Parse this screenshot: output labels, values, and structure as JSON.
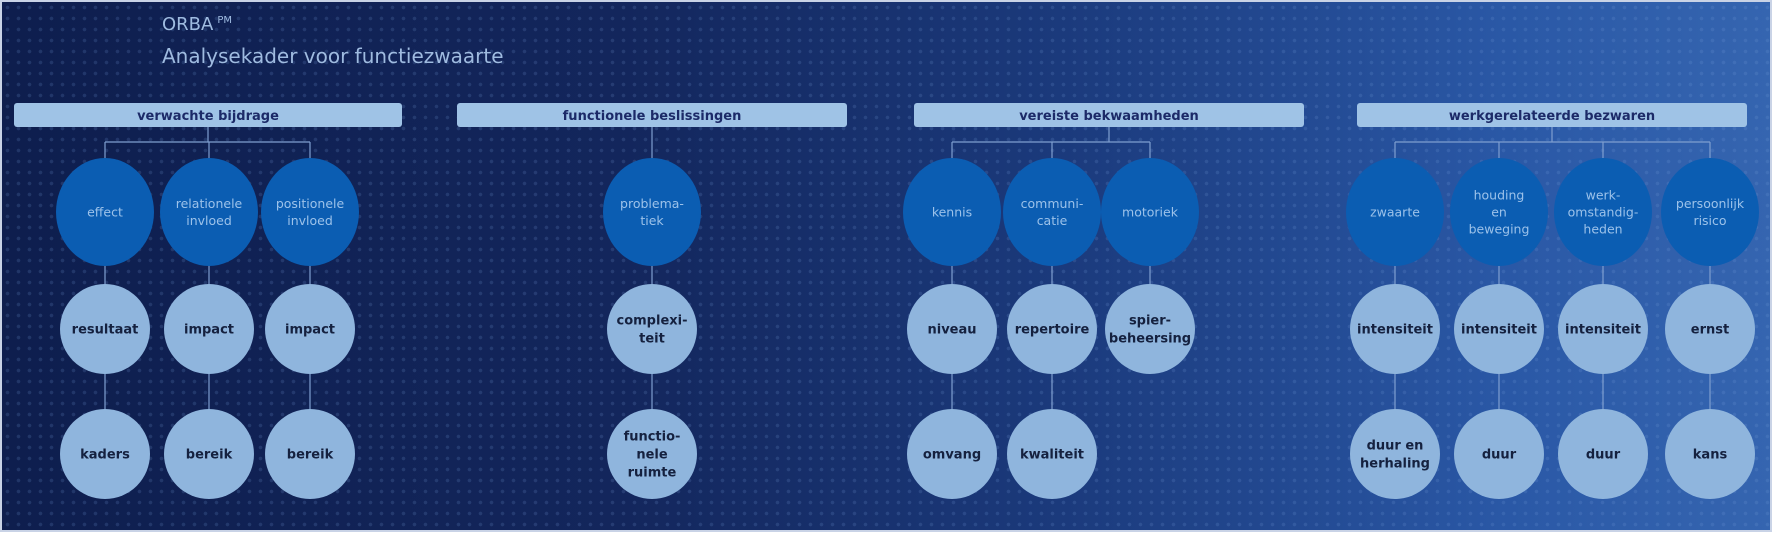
{
  "title": {
    "brand": "ORBA",
    "brand_sup": "PM",
    "subtitle": "Analysekader voor functiezwaarte"
  },
  "colors": {
    "header_bar": "#9fc3e6",
    "dark_circle": "#0b5db2",
    "light_circle": "#8fb5dd",
    "line": "#7f9fd0"
  },
  "groups": [
    {
      "label": "verwachte bijdrage",
      "columns": [
        {
          "top": [
            "effect"
          ],
          "levels": [
            [
              "resultaat"
            ],
            [
              "kaders"
            ]
          ]
        },
        {
          "top": [
            "relationele",
            "invloed"
          ],
          "levels": [
            [
              "impact"
            ],
            [
              "bereik"
            ]
          ]
        },
        {
          "top": [
            "positionele",
            "invloed"
          ],
          "levels": [
            [
              "impact"
            ],
            [
              "bereik"
            ]
          ]
        }
      ]
    },
    {
      "label": "functionele beslissingen",
      "columns": [
        {
          "top": [
            "problema-",
            "tiek"
          ],
          "levels": [
            [
              "complexi-",
              "teit"
            ],
            [
              "functio-",
              "nele",
              "ruimte"
            ]
          ]
        }
      ]
    },
    {
      "label": "vereiste bekwaamheden",
      "columns": [
        {
          "top": [
            "kennis"
          ],
          "levels": [
            [
              "niveau"
            ],
            [
              "omvang"
            ]
          ]
        },
        {
          "top": [
            "communi-",
            "catie"
          ],
          "levels": [
            [
              "repertoire"
            ],
            [
              "kwaliteit"
            ]
          ]
        },
        {
          "top": [
            "motoriek"
          ],
          "levels": [
            [
              "spier-",
              "beheersing"
            ]
          ]
        }
      ]
    },
    {
      "label": "werkgerelateerde bezwaren",
      "columns": [
        {
          "top": [
            "zwaarte"
          ],
          "levels": [
            [
              "intensiteit"
            ],
            [
              "duur en",
              "herhaling"
            ]
          ]
        },
        {
          "top": [
            "houding",
            "en",
            "beweging"
          ],
          "levels": [
            [
              "intensiteit"
            ],
            [
              "duur"
            ]
          ]
        },
        {
          "top": [
            "werk-",
            "omstandig-",
            "heden"
          ],
          "levels": [
            [
              "intensiteit"
            ],
            [
              "duur"
            ]
          ]
        },
        {
          "top": [
            "persoonlijk",
            "risico"
          ],
          "levels": [
            [
              "ernst"
            ],
            [
              "kans"
            ]
          ]
        }
      ]
    }
  ]
}
